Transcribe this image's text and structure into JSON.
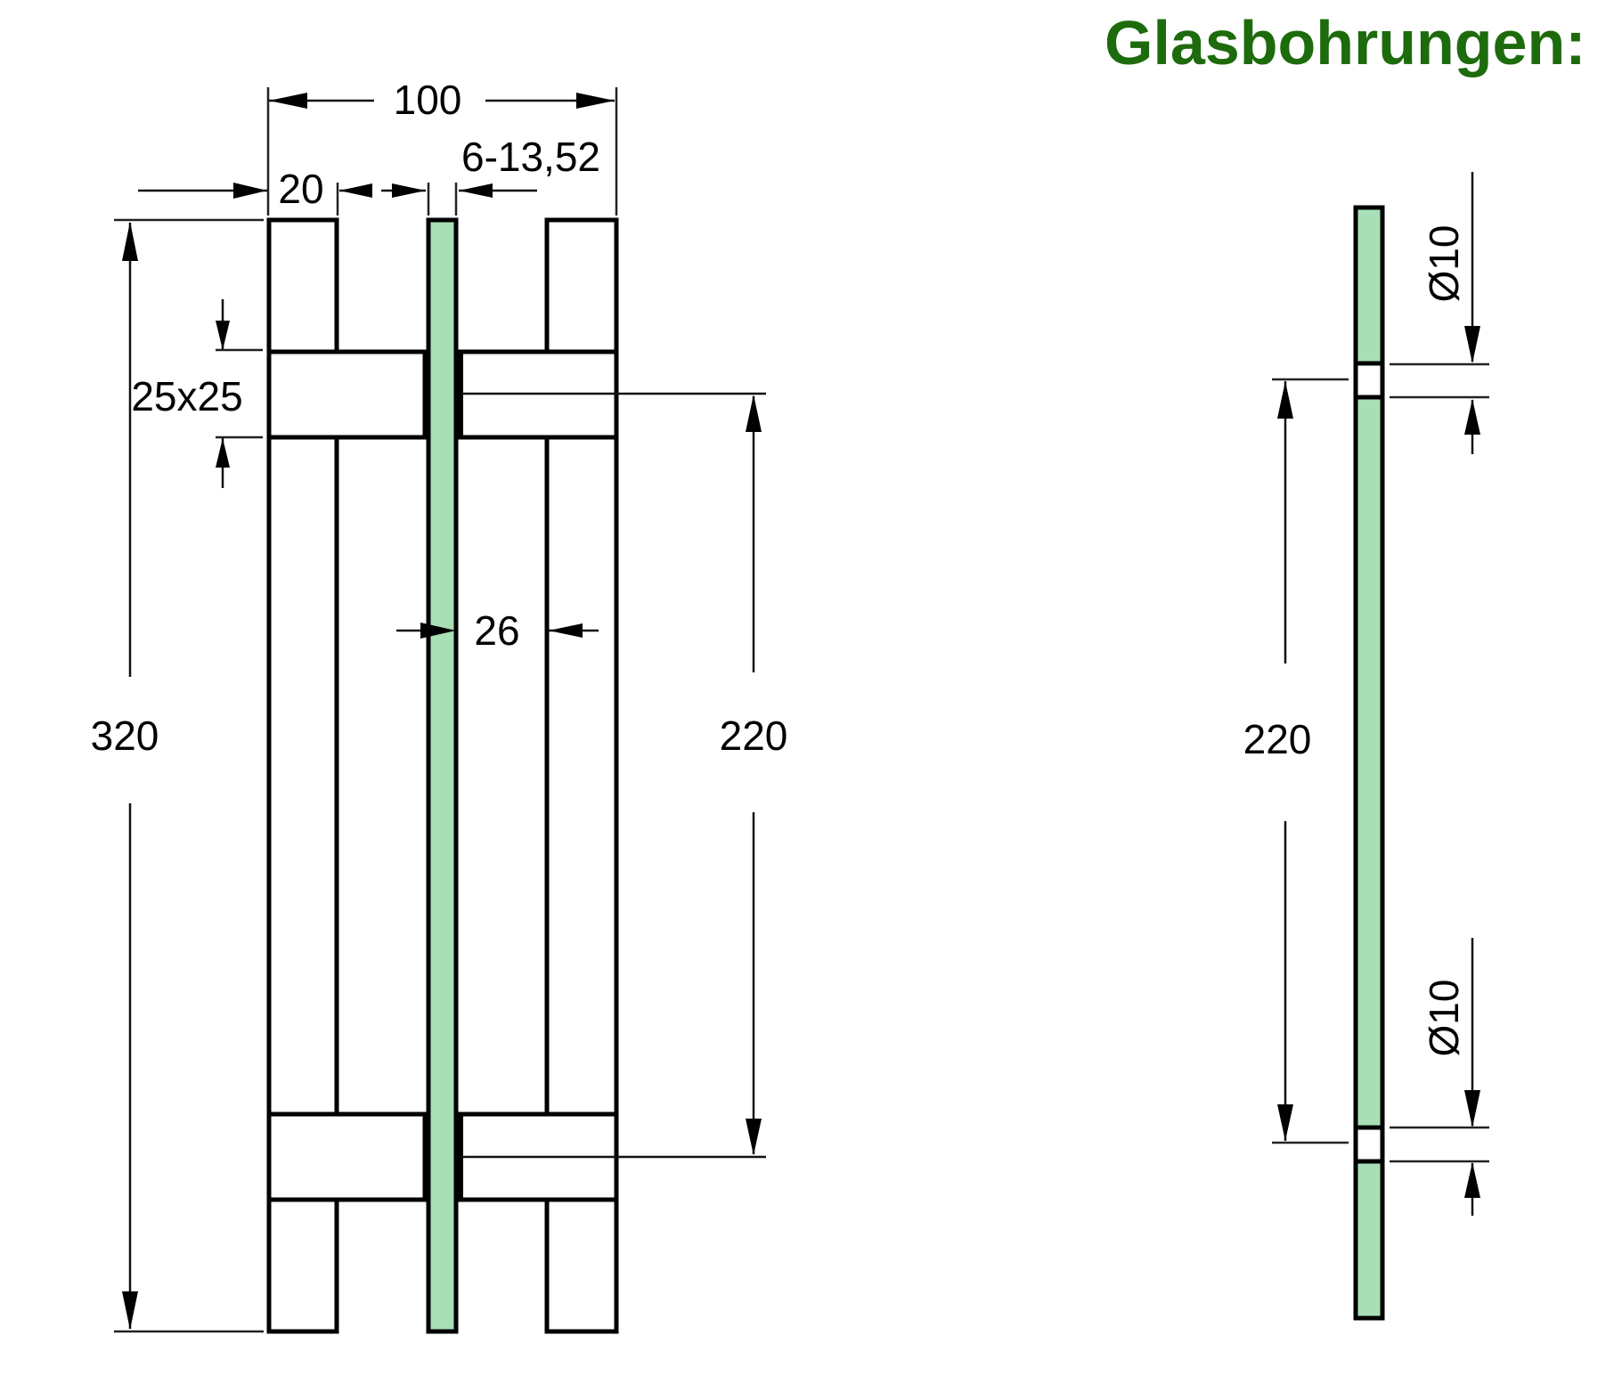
{
  "title": "Glasbohrungen:",
  "colors": {
    "title": "#1d6b0c",
    "glass": "#a8dfb6",
    "line": "#000000",
    "background": "#ffffff"
  },
  "handle_view": {
    "dimensions": {
      "overall_width": "100",
      "bar_width": "20",
      "glass_thickness": "6-13,52",
      "standoff_size": "25x25",
      "inner_clearance": "26",
      "overall_length": "320",
      "hole_spacing": "220"
    }
  },
  "glass_view": {
    "dimensions": {
      "hole_spacing": "220",
      "top_hole_diameter": "Ø10",
      "bottom_hole_diameter": "Ø10"
    }
  }
}
